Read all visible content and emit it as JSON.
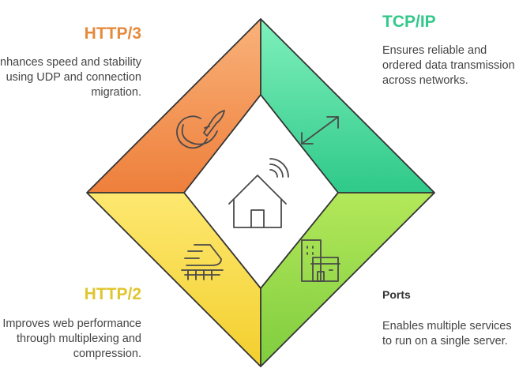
{
  "colors": {
    "http3_start": "#f9b27a",
    "http3_end": "#ee7f3b",
    "tcp_start": "#7ff0bb",
    "tcp_end": "#2fc98a",
    "http2_start": "#fde870",
    "http2_end": "#f3cf2e",
    "ports_start": "#b3e85a",
    "ports_end": "#7fcd3f",
    "http3_title": "#e68a3c",
    "tcp_title": "#34c88b",
    "http2_title": "#e1c52f",
    "outline": "#333333"
  },
  "quadrants": {
    "http3": {
      "title": "HTTP/3",
      "desc": "Enhances speed and stability using UDP and connection migration.",
      "icon": "planet-rocket-icon"
    },
    "tcp": {
      "title": "TCP/IP",
      "desc": "Ensures reliable and ordered data transmission across networks.",
      "icon": "bidirectional-arrow-icon"
    },
    "http2": {
      "title": "HTTP/2",
      "desc": "Improves web performance through multiplexing and compression.",
      "icon": "speed-train-icon"
    },
    "ports": {
      "title": "Ports",
      "desc": "Enables multiple services to run on a single server.",
      "icon": "building-icon"
    }
  },
  "center": {
    "icon": "smart-home-wifi-icon"
  }
}
